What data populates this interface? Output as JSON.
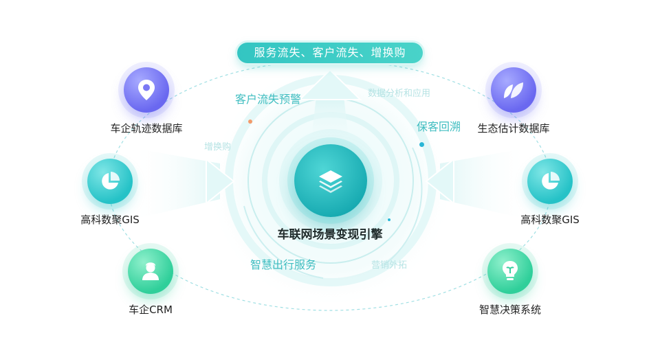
{
  "diagram": {
    "top_banner": "服务流失、客户流失、增换购",
    "center": {
      "label": "车联网场景变现引擎",
      "icon": "layers-icon"
    },
    "left_nodes": [
      {
        "label": "车企轨迹数据库",
        "icon": "location-pin-icon",
        "color": "#6f6cf2"
      },
      {
        "label": "高科数聚GIS",
        "icon": "pie-chart-icon",
        "color": "#27c3c8"
      },
      {
        "label": "车企CRM",
        "icon": "person-icon",
        "color": "#2fcf9a"
      }
    ],
    "right_nodes": [
      {
        "label": "生态估计数据库",
        "icon": "leaves-icon",
        "color": "#6f6cf2"
      },
      {
        "label": "高科数聚GIS",
        "icon": "pie-chart-icon",
        "color": "#27c3c8"
      },
      {
        "label": "智慧决策系统",
        "icon": "lightbulb-icon",
        "color": "#2fcf9a"
      }
    ],
    "floating_labels": {
      "customer_churn_warning": "客户流失预警",
      "data_analysis": "数据分析和应用",
      "retention_tracing": "保客回溯",
      "replacement": "增换购",
      "smart_travel": "智慧出行服务",
      "marketing_expansion": "营销外拓"
    },
    "colors": {
      "teal": "#3fbdc0",
      "orange_dot": "#f39a6b",
      "blue_dot": "#29b6d6"
    }
  }
}
